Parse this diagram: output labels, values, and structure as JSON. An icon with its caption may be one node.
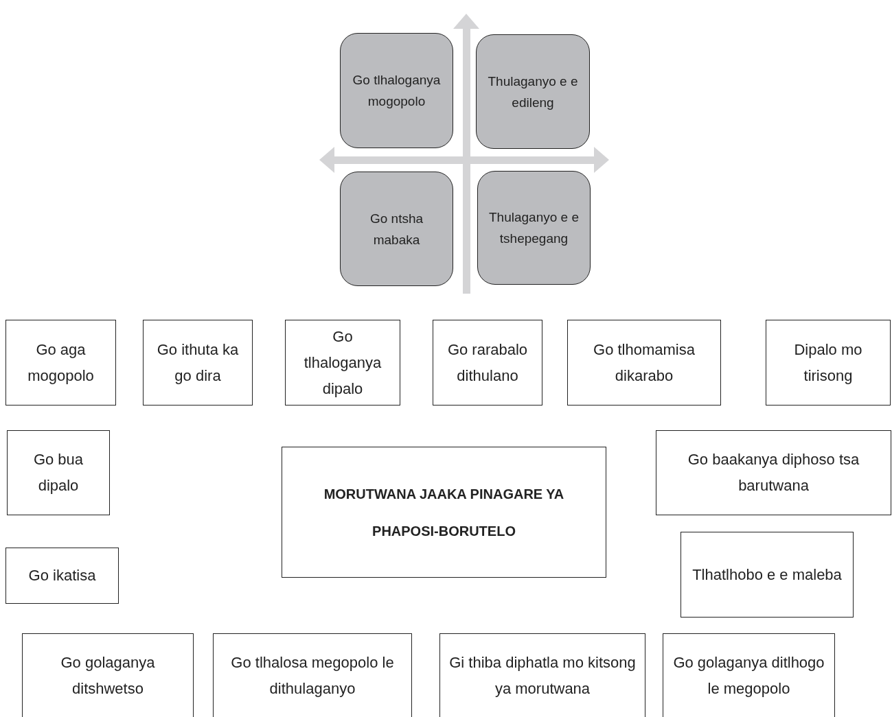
{
  "diagram": {
    "nodes": [
      {
        "text": [
          "Go tlhaloganya mogopolo"
        ]
      },
      {
        "text": [
          "Thulaganyo e e edileng"
        ]
      },
      {
        "text": [
          "Go ntsha mabaka"
        ]
      },
      {
        "text": [
          "Thulaganyo e e tshepegang"
        ]
      },
      {
        "text": [
          "Go aga mogopolo"
        ]
      },
      {
        "text": [
          "Go ithuta ka go dira"
        ]
      },
      {
        "text": [
          "Go tlhaloganya dipalo"
        ]
      },
      {
        "text": [
          "Go rarabalo dithulano"
        ]
      },
      {
        "text": [
          "Go tlhomamisa dikarabo"
        ]
      },
      {
        "text": [
          "Dipalo mo tirisong"
        ]
      },
      {
        "text": [
          "Go bua dipalo"
        ]
      },
      {
        "text": [
          "MORUTWANA JAAKA PINAGARE YA PHAPOSI-BORUTELO"
        ]
      },
      {
        "text": [
          "Go baakanya diphoso tsa barutwana"
        ]
      },
      {
        "text": [
          "Go ikatisa"
        ]
      },
      {
        "text": [
          "Tlhatlhobo e e maleba"
        ]
      },
      {
        "text": [
          "Go golaganya ditshwetso"
        ]
      },
      {
        "text": [
          "Go tlhalosa megopolo le dithulaganyo"
        ]
      },
      {
        "text": [
          "Gi thiba diphatla mo kitsong ya morutwana"
        ]
      },
      {
        "text": [
          "Go golaganya ditlhogo le megopolo"
        ]
      }
    ]
  }
}
